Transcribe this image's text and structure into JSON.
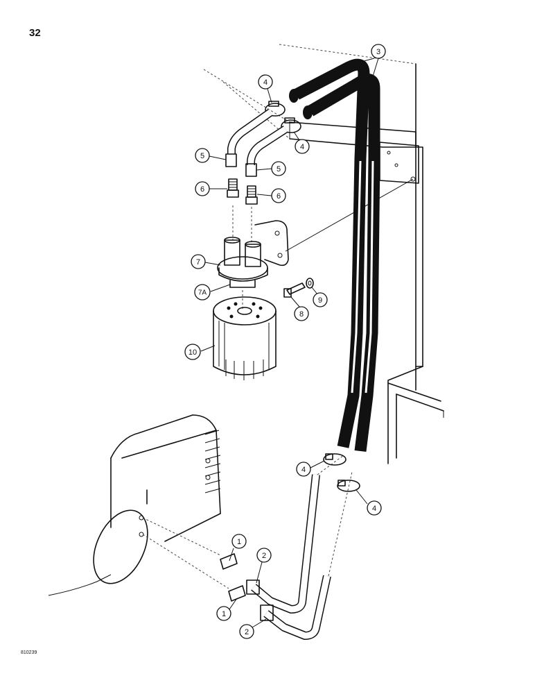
{
  "page_number": "32",
  "figure_id": "810239",
  "callouts": [
    {
      "label": "1"
    },
    {
      "label": "1"
    },
    {
      "label": "2"
    },
    {
      "label": "2"
    },
    {
      "label": "3"
    },
    {
      "label": "4"
    },
    {
      "label": "4"
    },
    {
      "label": "4"
    },
    {
      "label": "4"
    },
    {
      "label": "5"
    },
    {
      "label": "5"
    },
    {
      "label": "6"
    },
    {
      "label": "6"
    },
    {
      "label": "7"
    },
    {
      "label": "7A"
    },
    {
      "label": "8"
    },
    {
      "label": "9"
    },
    {
      "label": "10"
    }
  ]
}
